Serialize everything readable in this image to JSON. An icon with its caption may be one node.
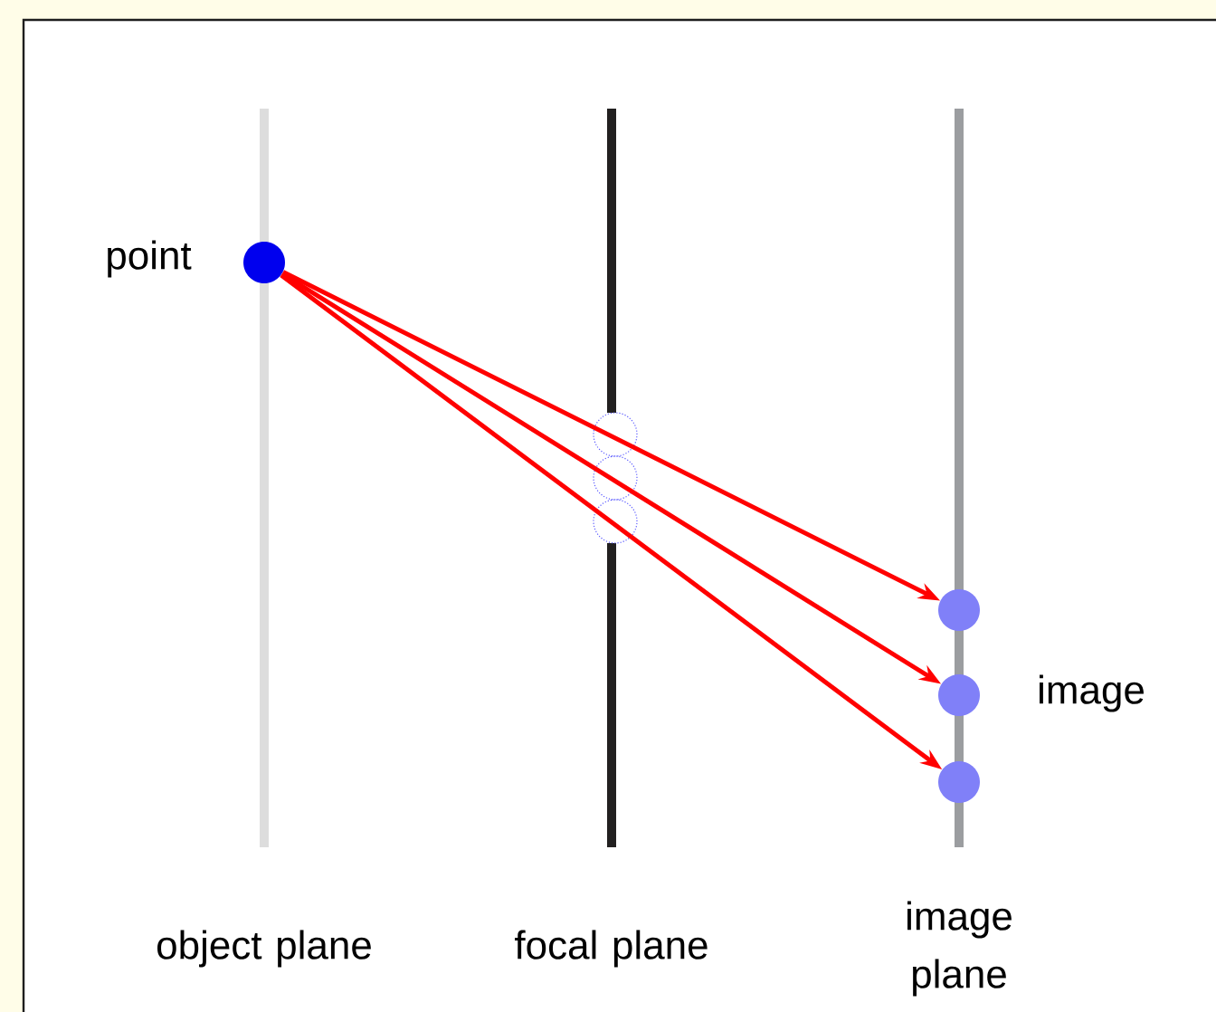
{
  "diagram": {
    "nodes": [
      {
        "text": [],
        "shape": "circle",
        "beside": [
          "point"
        ]
      },
      {
        "text": [],
        "shape": "circle"
      },
      {
        "text": [],
        "shape": "circle",
        "beside": [
          "image"
        ]
      },
      {
        "text": [],
        "shape": "circle"
      }
    ],
    "edges": [
      {
        "from": 0,
        "to": 1,
        "arrow": "to"
      },
      {
        "from": 0,
        "to": 2,
        "arrow": "to"
      },
      {
        "from": 0,
        "to": 3,
        "arrow": "to"
      }
    ],
    "labels": [
      "object plane",
      "focal plane",
      "image plane"
    ]
  }
}
